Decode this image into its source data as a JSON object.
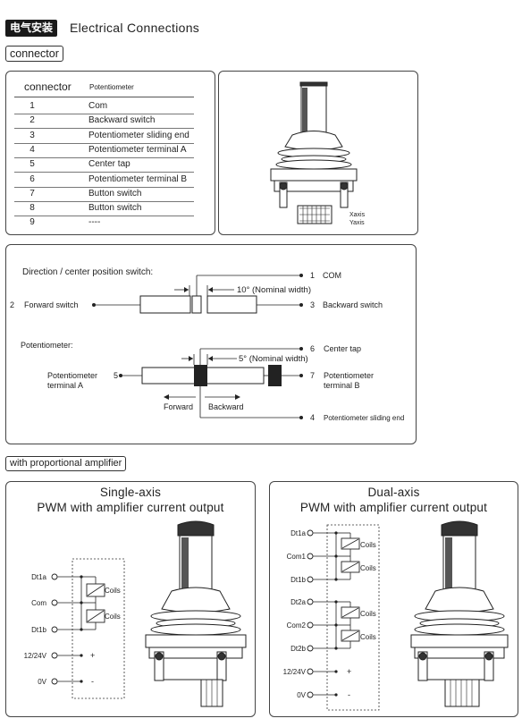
{
  "header": {
    "badge": "电气安装",
    "title": "Electrical Connections"
  },
  "connector_section": {
    "tag": "connector",
    "table": {
      "col1": "connector",
      "col2": "Potentiometer",
      "rows": [
        {
          "num": "1",
          "label": "Com"
        },
        {
          "num": "2",
          "label": "Backward switch"
        },
        {
          "num": "3",
          "label": "Potentiometer sliding end"
        },
        {
          "num": "4",
          "label": "Potentiometer terminal A"
        },
        {
          "num": "5",
          "label": "Center tap"
        },
        {
          "num": "6",
          "label": "Potentiometer terminal B"
        },
        {
          "num": "7",
          "label": "Button switch"
        },
        {
          "num": "8",
          "label": "Button switch"
        },
        {
          "num": "9",
          "label": "----"
        }
      ]
    },
    "joystick_labels": {
      "x": "Xaxis",
      "y": "Yaxis"
    }
  },
  "switch_diagram": {
    "direction_title": "Direction / center position switch:",
    "pin1_num": "1",
    "pin1_label": "COM",
    "pin2_num": "2",
    "pin2_label": "Forward switch",
    "pin3_num": "3",
    "pin3_label": "Backward switch",
    "angle10": "10° (Nominal width)",
    "pot_title": "Potentiometer:",
    "pin6_num": "6",
    "pin6_label": "Center tap",
    "angle5": "5° (Nominal width)",
    "pin5_num": "5",
    "pin5_label_1": "Potentiometer",
    "pin5_label_2": "terminal A",
    "pin7_num": "7",
    "pin7_label_1": "Potentiometer",
    "pin7_label_2": "terminal B",
    "forward": "Forward",
    "backward": "Backward",
    "pin4_num": "4",
    "pin4_label": "Potentiometer sliding end"
  },
  "amplifier_section": {
    "tag": "with proportional amplifier",
    "single": {
      "title1": "Single-axis",
      "title2": "PWM with amplifier current output",
      "terminals": [
        "Dt1a",
        "Com",
        "Dt1b",
        "12/24V",
        "0V"
      ],
      "coils": "Coils",
      "plus": "+",
      "minus": "-"
    },
    "dual": {
      "title1": "Dual-axis",
      "title2": "PWM with amplifier current output",
      "terminals": [
        "Dt1a",
        "Com1",
        "Dt1b",
        "Dt2a",
        "Com2",
        "Dt2b",
        "12/24V",
        "0V"
      ],
      "coils": "Coils",
      "plus": "+",
      "minus": "-"
    }
  }
}
